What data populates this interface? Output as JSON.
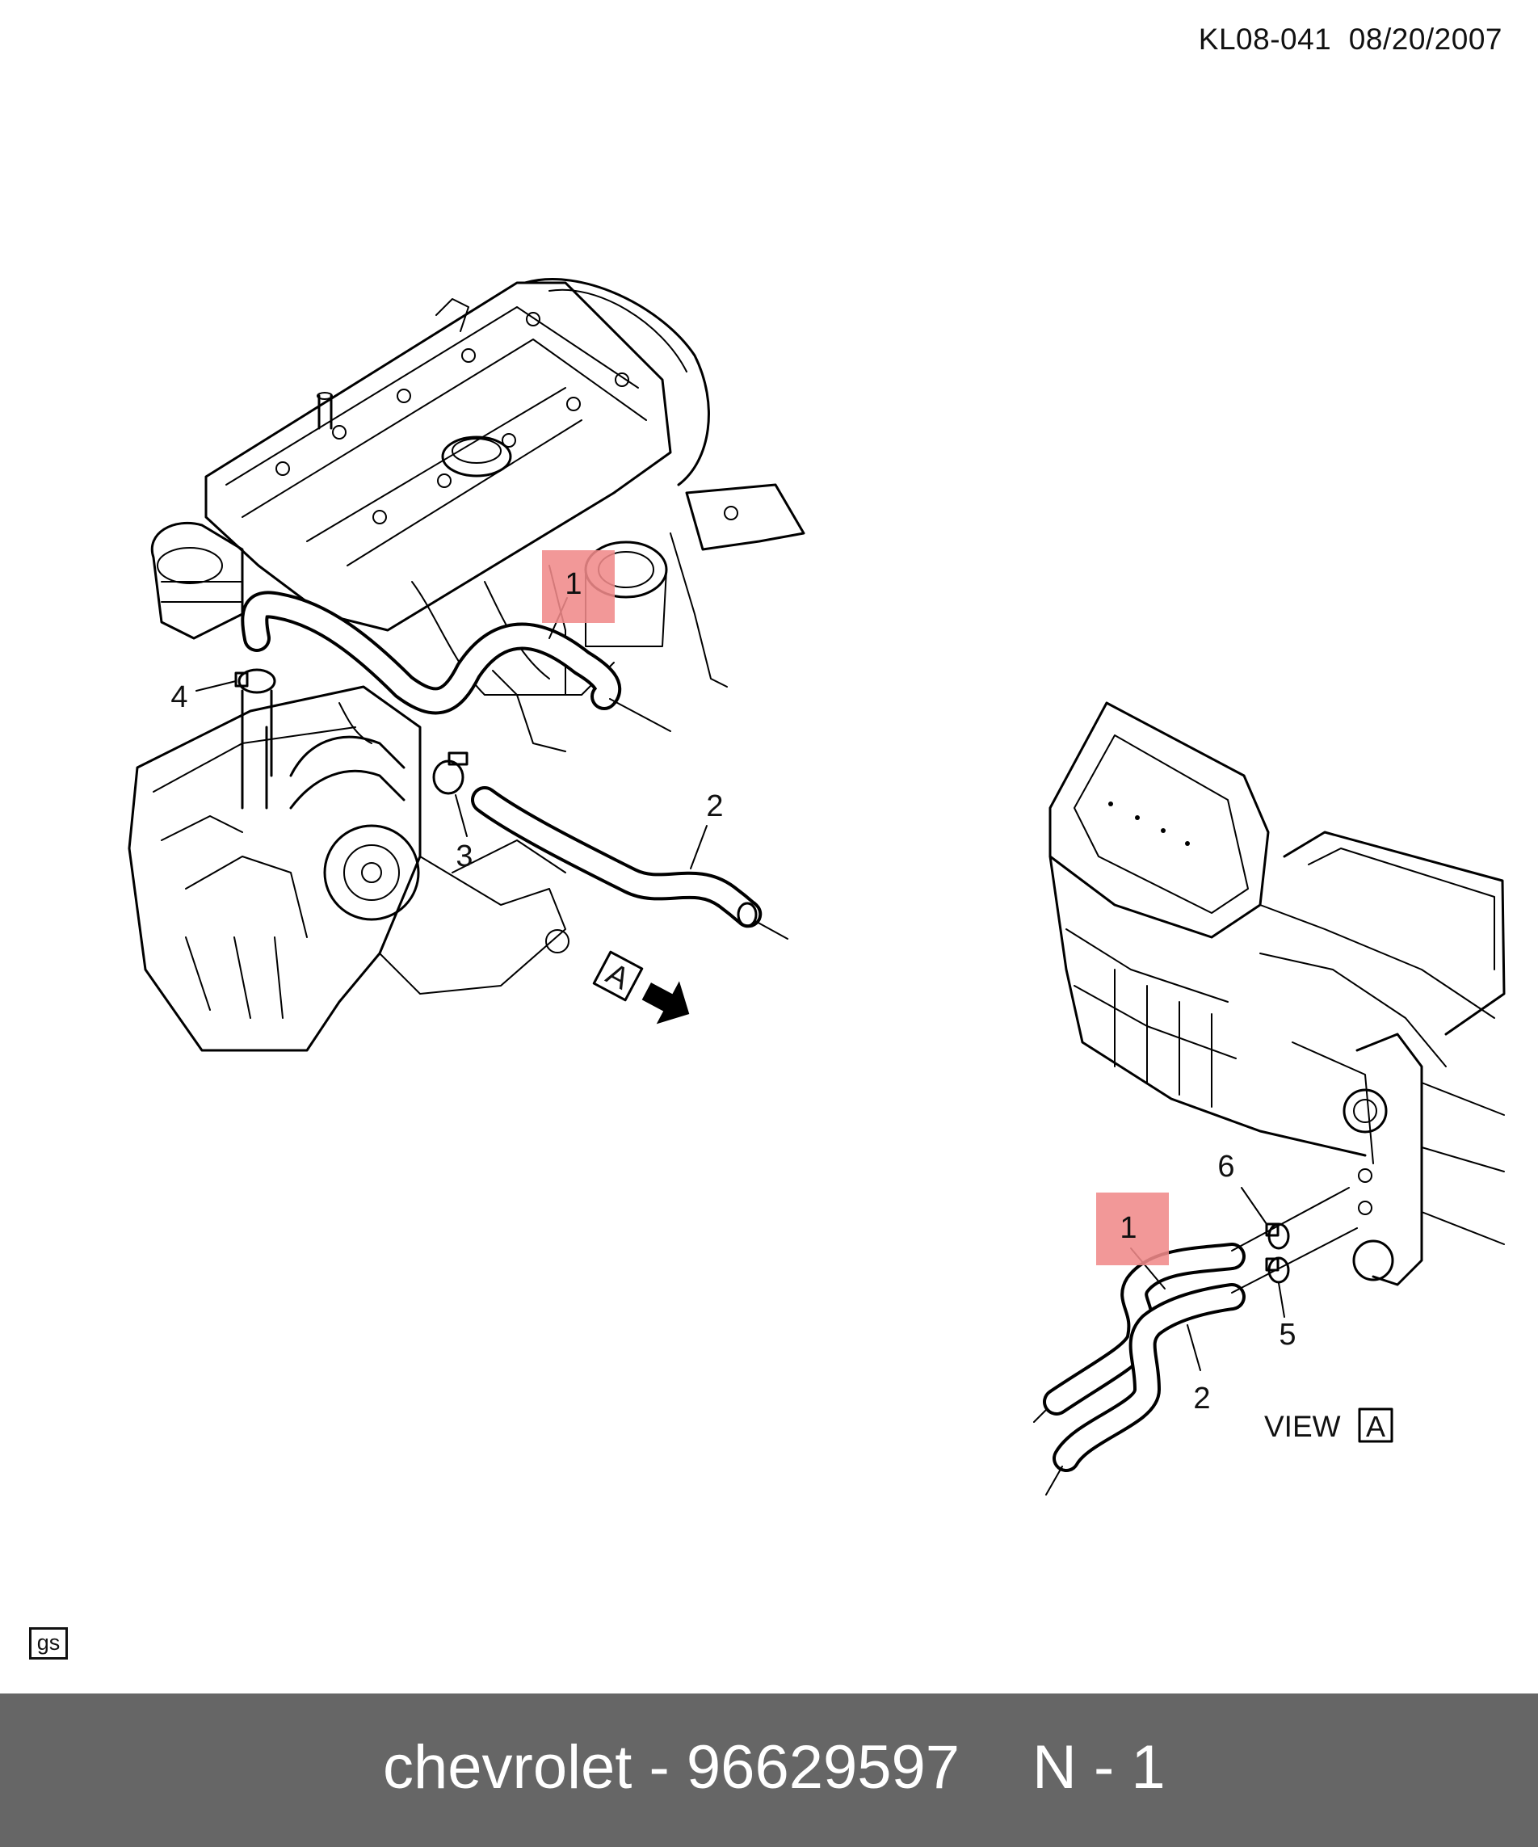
{
  "header": {
    "drawing_code": "KL08-041  08/20/2007"
  },
  "callouts": {
    "part1_upper": "1",
    "part2_upper": "2",
    "part3": "3",
    "part4": "4",
    "part1_lower": "1",
    "part2_lower": "2",
    "part5": "5",
    "part6": "6"
  },
  "view_arrow_letter": "A",
  "view_label": {
    "text": "VIEW",
    "letter": "A"
  },
  "badge": "gs",
  "footer": {
    "brand_part": "chevrolet - 96629597",
    "code": "N - 1"
  },
  "colors": {
    "highlight": "#f08a8a",
    "footer_bg": "#666666",
    "footer_text": "#ffffff"
  }
}
